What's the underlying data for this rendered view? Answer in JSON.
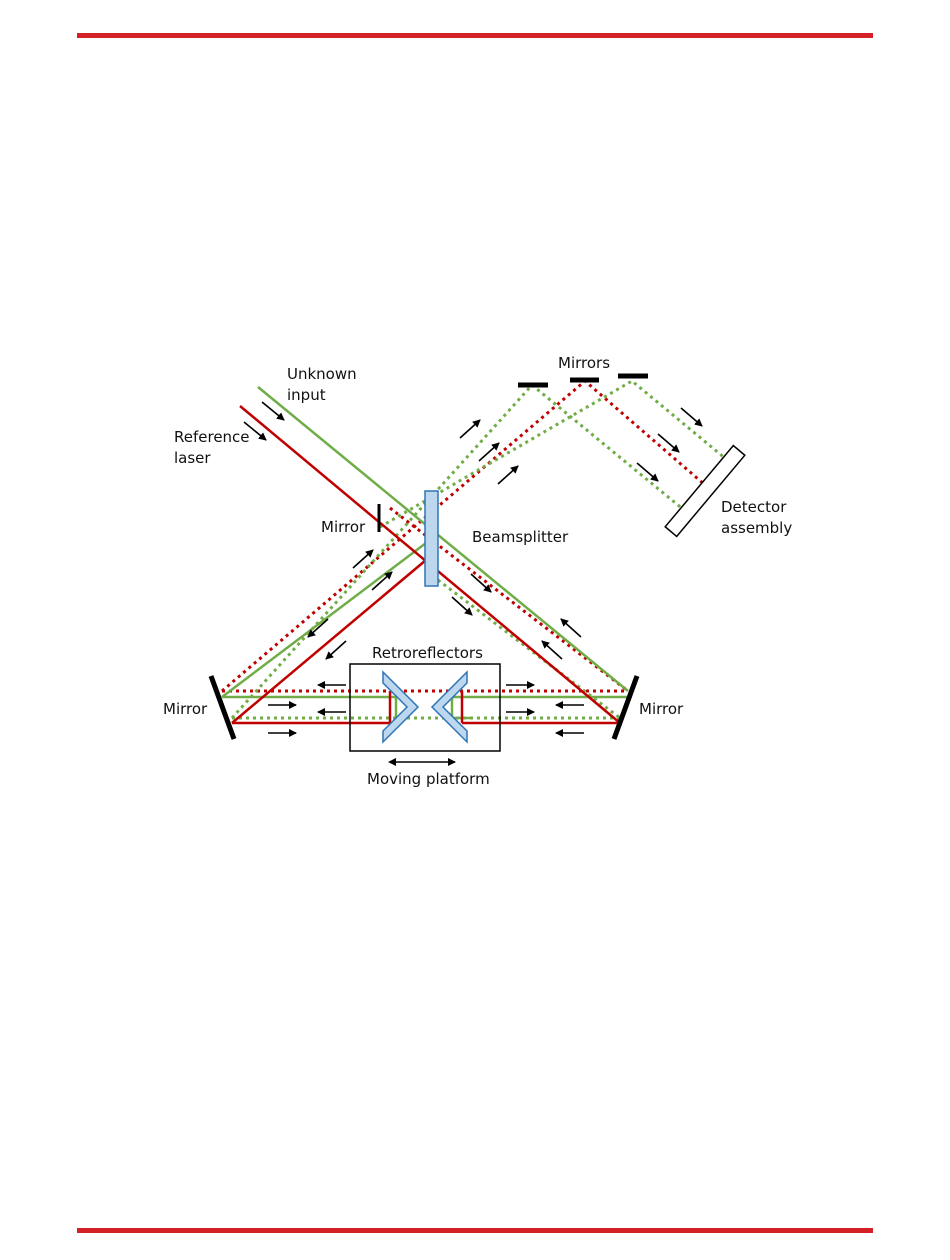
{
  "colors": {
    "page_rule": "#d42128",
    "reference_beam": "#c00000",
    "unknown_beam": "#70ad47",
    "beamsplitter_fill": "#bdd7ee",
    "optic_stroke": "#2e75b6",
    "mirror": "#000000",
    "arrow": "#000000"
  },
  "labels": {
    "unknown_input_line1": "Unknown",
    "unknown_input_line2": "input",
    "reference_laser_line1": "Reference",
    "reference_laser_line2": "laser",
    "mirrors": "Mirrors",
    "mirror_center": "Mirror",
    "beamsplitter": "Beamsplitter",
    "detector_line1": "Detector",
    "detector_line2": "assembly",
    "retroreflectors": "Retroreflectors",
    "mirror_left": "Mirror",
    "mirror_right": "Mirror",
    "moving_platform": "Moving platform"
  },
  "icons": {
    "beam_direction": "arrow-icon",
    "platform_motion": "double-arrow-icon"
  }
}
